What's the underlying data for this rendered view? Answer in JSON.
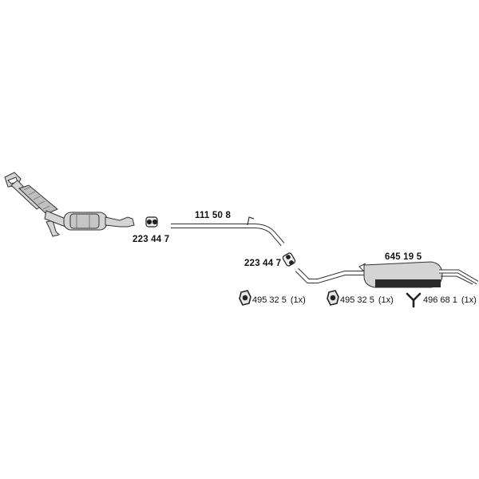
{
  "parts": [
    {
      "id": "front-pipe-catalyst",
      "part_no": ""
    },
    {
      "id": "clamp-1",
      "part_no": "223 44 7"
    },
    {
      "id": "center-pipe",
      "part_no": "111 50 8"
    },
    {
      "id": "clamp-2",
      "part_no": "223 44 7"
    },
    {
      "id": "rear-muffler",
      "part_no": "645 19 5"
    }
  ],
  "hardware": [
    {
      "id": "hanger-1",
      "part_no": "495 32 5",
      "qty": "(1x)",
      "icon": "rubber-hanger-icon"
    },
    {
      "id": "hanger-2",
      "part_no": "495 32 5",
      "qty": "(1x)",
      "icon": "rubber-hanger-icon"
    },
    {
      "id": "hanger-3",
      "part_no": "496 68 1",
      "qty": "(1x)",
      "icon": "y-bracket-icon"
    }
  ],
  "colors": {
    "line": "#333333",
    "fill": "#d4d4d4",
    "band": "#2a2a2a"
  }
}
